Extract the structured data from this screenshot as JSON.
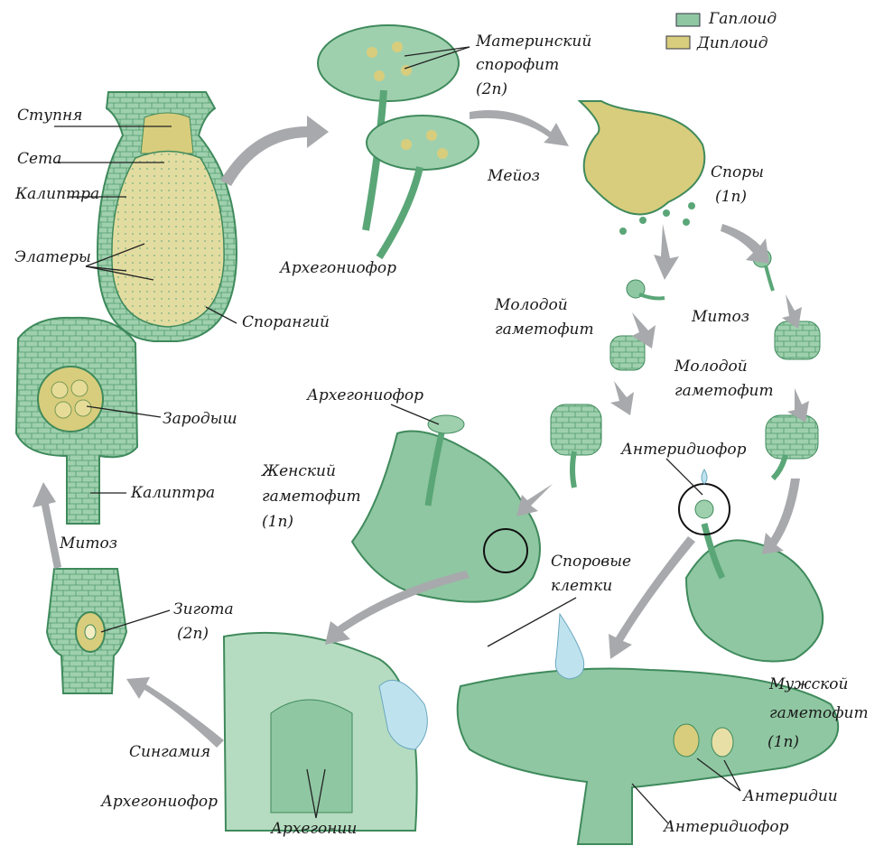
{
  "legend": {
    "haploid": {
      "label": "Гаплоид",
      "color": "#8fc7a2"
    },
    "diploid": {
      "label": "Диплоид",
      "color": "#d8cd7c"
    }
  },
  "colors": {
    "green_fill": "#8fc7a2",
    "green_dark": "#3f8a5c",
    "yellow_fill": "#d8cd7c",
    "water": "#bfe3ee",
    "arrow": "#a7a9ac"
  },
  "labels": {
    "stupnya": "Ступня",
    "seta": "Сета",
    "kaliptra_top": "Калиптра",
    "elatery": "Элатеры",
    "sporangiy": "Спорангий",
    "zarodysh": "Зародыш",
    "kaliptra_mid": "Калиптра",
    "mitoz_left": "Митоз",
    "zigota": "Зигота",
    "zigota_ploidy": "(2n)",
    "singamiya": "Сингамия",
    "arkhegoniofor_bottom": "Архегониофор",
    "arkhegonii": "Архегонии",
    "arkhegoniofor_top": "Архегониофор",
    "materinskiy_1": "Материнский",
    "materinskiy_2": "спорофит",
    "materinskiy_ploidy": "(2n)",
    "meioz": "Мейоз",
    "spory": "Споры",
    "spory_ploidy": "(1n)",
    "molodoy_1_a": "Молодой",
    "molodoy_1_b": "гаметофит",
    "mitoz_right": "Митоз",
    "molodoy_2_a": "Молодой",
    "molodoy_2_b": "гаметофит",
    "arkhegoniofor_mid": "Архегониофор",
    "zhenskiy_a": "Женский",
    "zhenskiy_b": "гаметофит",
    "zhenskiy_ploidy": "(1n)",
    "anteridiofor_top": "Антеридиофор",
    "sporovye_a": "Споровые",
    "sporovye_b": "клетки",
    "muzhskoy_a": "Мужской",
    "muzhskoy_b": "гаметофит",
    "muzhskoy_ploidy": "(1n)",
    "anteridii": "Антеридии",
    "anteridiofor_bottom": "Антеридиофор"
  }
}
